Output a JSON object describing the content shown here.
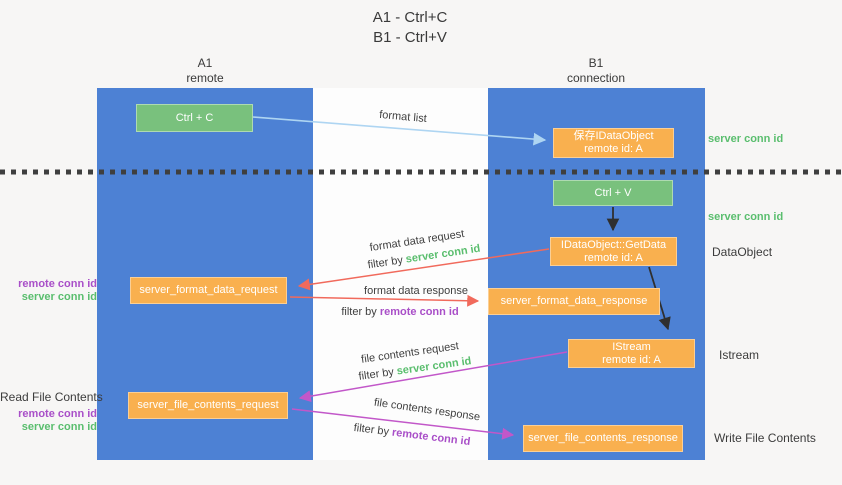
{
  "title": {
    "line1": "A1 - Ctrl+C",
    "line2": "B1 - Ctrl+V"
  },
  "columns": {
    "a1": {
      "name": "A1",
      "subtitle": "remote"
    },
    "b1": {
      "name": "B1",
      "subtitle": "connection"
    }
  },
  "boxes": {
    "ctrl_c": {
      "label": "Ctrl + C"
    },
    "save_dataobject": {
      "line1": "保存IDataObject",
      "line2": "remote id: A"
    },
    "ctrl_v": {
      "label": "Ctrl + V"
    },
    "getdata": {
      "line1": "IDataObject::GetData",
      "line2": "remote id: A"
    },
    "format_request": {
      "label": "server_format_data_request"
    },
    "format_response": {
      "label": "server_format_data_response"
    },
    "istream": {
      "line1": "IStream",
      "line2": "remote id: A"
    },
    "file_request": {
      "label": "server_file_contents_request"
    },
    "file_response": {
      "label": "server_file_contents_response"
    }
  },
  "arrow_labels": {
    "format_list": "format list",
    "format_data_request": "format data request",
    "filter_by_1": {
      "prefix": "filter by ",
      "key": "server conn id"
    },
    "format_data_response": "format data response",
    "filter_by_2": {
      "prefix": "filter by ",
      "key": "remote conn id"
    },
    "file_contents_request": "file contents request",
    "filter_by_3": {
      "prefix": "filter by ",
      "key": "server conn id"
    },
    "file_contents_response": "file contents response",
    "filter_by_4": {
      "prefix": "filter by ",
      "key": "remote conn id"
    }
  },
  "side_labels": {
    "right": {
      "server_conn_id_1": "server conn id",
      "server_conn_id_2": "server conn id",
      "dataobject": "DataObject",
      "istream": "Istream",
      "write_file_contents": "Write File Contents"
    },
    "left": {
      "remote_conn_id_1": "remote conn id",
      "server_conn_id_1": "server conn id",
      "read_file_contents": "Read File Contents",
      "remote_conn_id_2": "remote conn id",
      "server_conn_id_2": "server conn id"
    }
  },
  "colors": {
    "column_blue": "#4d81d4",
    "box_green": "#79c17d",
    "box_orange": "#f9b04f",
    "arrow_light_blue": "#aed5f2",
    "arrow_red": "#f16a5c",
    "arrow_magenta": "#c257c9",
    "arrow_black": "#2f2f2f",
    "text_green": "#5abe6e",
    "text_purple": "#a94fc8",
    "dotted_line": "#3f3f3f"
  }
}
